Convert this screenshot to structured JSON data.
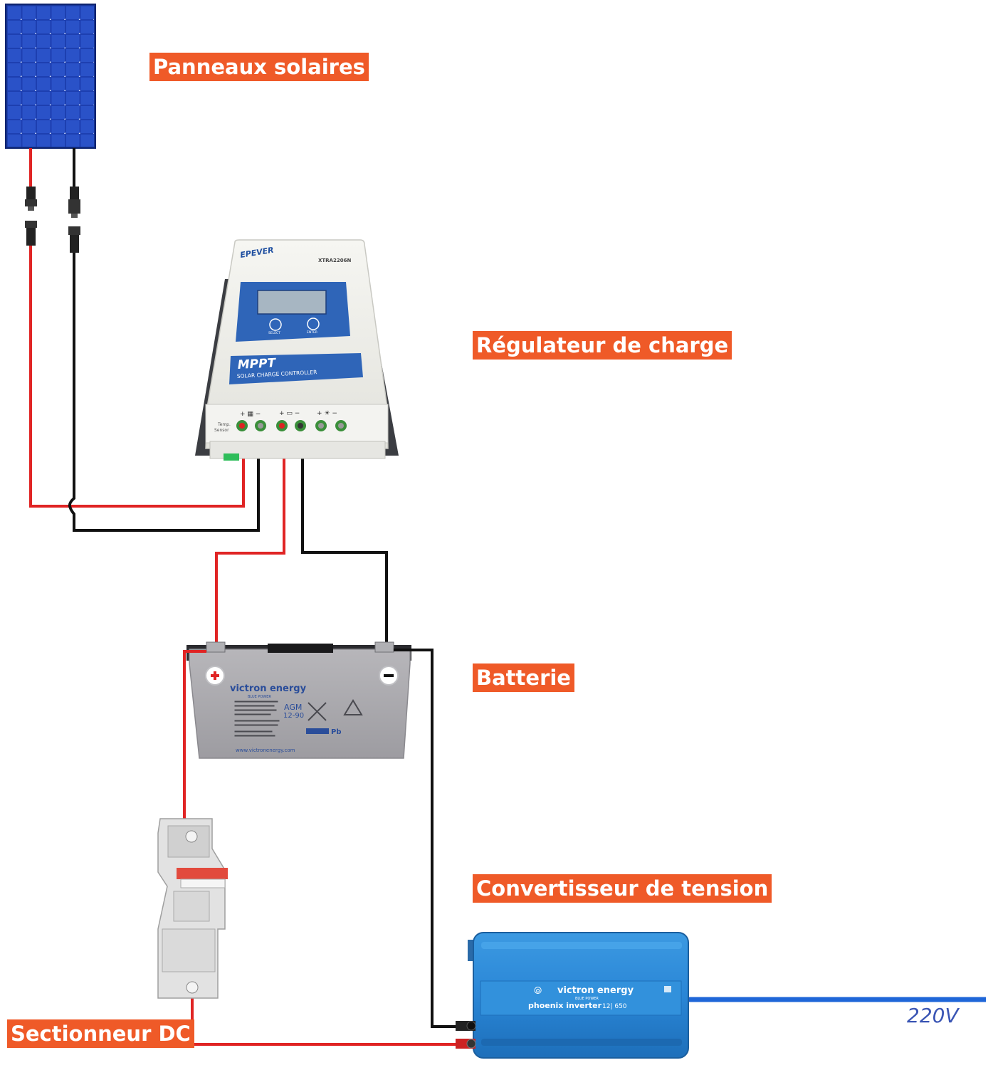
{
  "labels": {
    "panels": "Panneaux solaires",
    "regulator": "Régulateur de charge",
    "battery": "Batterie",
    "inverter": "Convertisseur de tension",
    "disconnect": "Sectionneur DC"
  },
  "output_voltage": "220V",
  "regulator": {
    "brand": "EPEVER",
    "model": "XTRA2206N",
    "button_select": "SELECT",
    "button_enter": "ENTER",
    "front_title": "MPPT",
    "front_subtitle": "SOLAR CHARGE CONTROLLER",
    "temp_label_1": "Temp.",
    "temp_label_2": "Sensor"
  },
  "battery": {
    "brand": "victron energy",
    "brand_tagline": "BLUE POWER",
    "model": "AGM",
    "model_code": "12-90",
    "website": "www.victronenergy.com",
    "pb_label": "Pb"
  },
  "inverter": {
    "brand": "victron energy",
    "brand_tagline": "BLUE POWER",
    "model": "phoenix inverter",
    "rating": "12| 650"
  },
  "colors": {
    "accent": "#ef5a28",
    "positive_wire": "#e02424",
    "negative_wire": "#111111",
    "ac_line": "#1f66d8",
    "inverter_body": "#2a86d6",
    "regulator_panel": "#2f65b8",
    "battery_body": "#a9a8ad"
  }
}
